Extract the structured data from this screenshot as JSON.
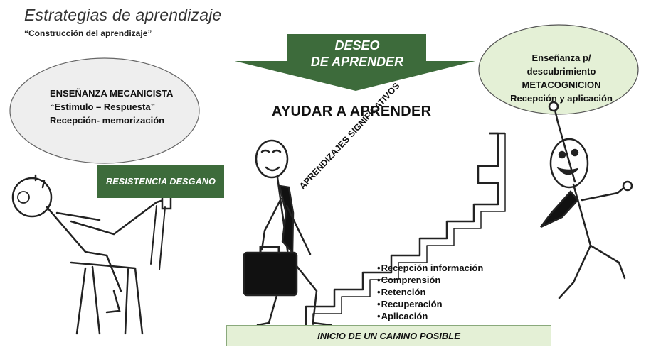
{
  "title": "Estrategias de aprendizaje",
  "subtitle": "“Construcción del aprendizaje”",
  "left_bubble": {
    "lines": [
      "ENSEÑANZA MECANICISTA",
      "“Estimulo – Respuesta”",
      "Recepción- memorización"
    ]
  },
  "arrow": {
    "lines": [
      "DESEO",
      "DE APRENDER"
    ]
  },
  "right_bubble": {
    "lines": [
      "Enseñanza p/",
      "descubrimiento",
      "METACOGNICION",
      "Recepción y aplicación"
    ]
  },
  "center_heading": "AYUDAR A APRENDER",
  "resistance_label": "RESISTENCIA DESGANO",
  "stairs_label": "APRENDIZAJES SIGNIFICATIVOS",
  "steps": [
    "Recepción información",
    "Comprensión",
    "Retención",
    "Recuperación",
    "Aplicación"
  ],
  "bottom_label": "INICIO DE UN CAMINO POSIBLE",
  "colors": {
    "dark_green": "#3d6b3b",
    "light_green": "#e4f0d6",
    "bubble_gray": "#eeeeee"
  }
}
